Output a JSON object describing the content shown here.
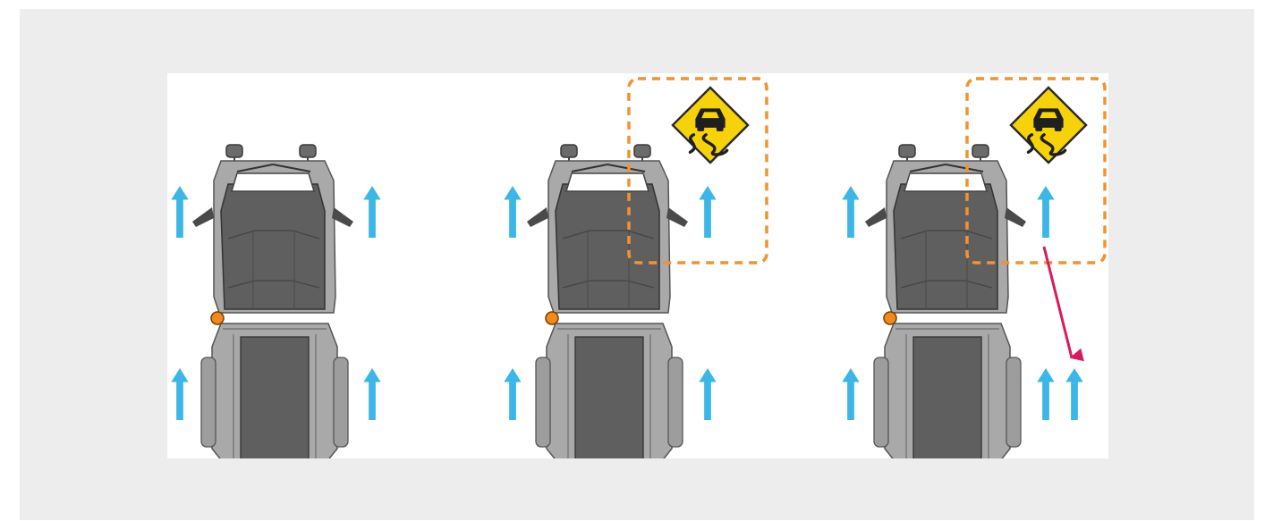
{
  "colors": {
    "background": "#ededed",
    "panel": "#ffffff",
    "arrow": "#3cb6e6",
    "hazard_box": "#f2932e",
    "sign_fill": "#f5d20a",
    "drift_arrow": "#d81b60",
    "vehicle_light": "#a9a9a9",
    "vehicle_dark": "#5f5f5f",
    "hitch": "#f08a1c"
  },
  "panels": [
    {
      "id": "normal",
      "hazard_zone": false,
      "slippery_sign_icon": null,
      "drift_arrow": false
    },
    {
      "id": "slippery-patch",
      "hazard_zone": true,
      "slippery_sign_icon": "slippery-road-icon",
      "drift_arrow": false
    },
    {
      "id": "rear-drift",
      "hazard_zone": true,
      "slippery_sign_icon": "slippery-road-icon",
      "drift_arrow": true
    }
  ]
}
